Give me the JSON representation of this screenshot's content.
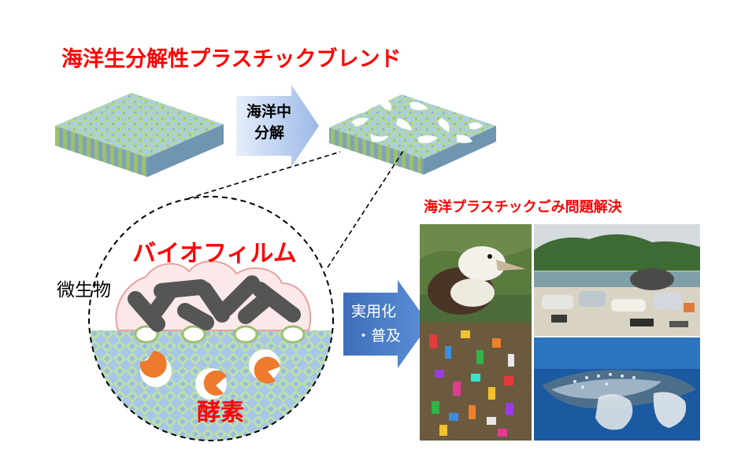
{
  "title": "海洋生分解性プラスチックブレンド",
  "arrow_top": {
    "line1": "海洋中",
    "line2": "分解"
  },
  "labels": {
    "biofilm": "バイオフィルム",
    "microbe": "微生物",
    "enzyme": "酵素"
  },
  "arrow_right": {
    "line1": "実用化",
    "line2": "・普及"
  },
  "photos_caption": "海洋プラスチックごみ問題解決",
  "colors": {
    "title_red": "#ff0000",
    "sheet_green": "#b7d98a",
    "sheet_blue": "#8fb6e3",
    "arrow_light_blue": "#c9daf2",
    "arrow_blue": "#4f81c9",
    "microbe_gray": "#555555",
    "enzyme_orange": "#ee7a2d",
    "biofilm_pink": "#e9a0a0"
  }
}
